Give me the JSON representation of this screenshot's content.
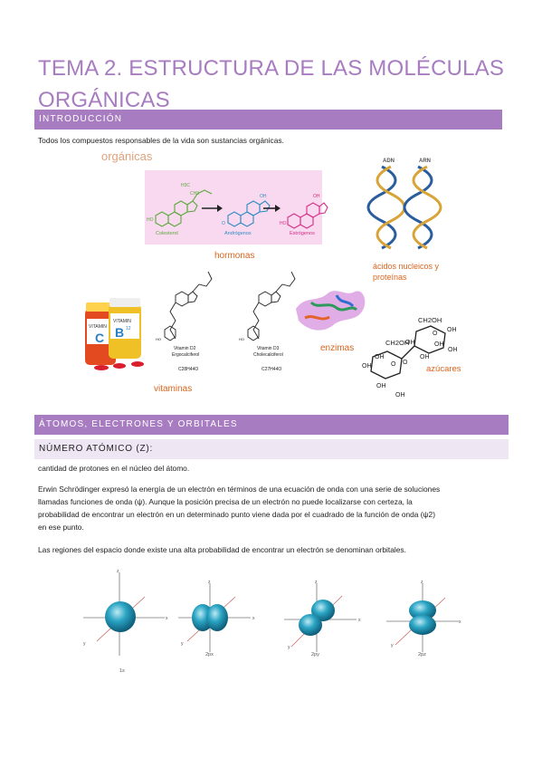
{
  "title": "TEMA 2. ESTRUCTURA DE LAS MOLÉCULAS ORGÁNICAS",
  "sections": {
    "intro": {
      "heading": "INTRODUCCIÓN",
      "text": "Todos los compuestos responsables de la vida son sustancias orgánicas."
    },
    "atoms": {
      "heading": "ÁTOMOS, ELECTRONES Y ORBITALES",
      "subheading": "NÚMERO ATÓMICO (Z):",
      "p1": "cantidad de protones en el núcleo del átomo.",
      "p2_lines": [
        "Erwin Schrödinger expresó la energía de un electrón en términos de una ecuación de onda con una serie de soluciones",
        "llamadas funciones de onda (ψ). Aunque la posición precisa de un electrón no puede localizarse con certeza, la",
        "probabilidad de encontrar un electrón en un determinado punto viene dada por el cuadrado de la función de onda (ψ2)",
        "en ese punto."
      ],
      "p3": "Las regiones del espacio donde existe una alta probabilidad de encontrar un electrón se denominan orbitales."
    }
  },
  "figure1": {
    "partial_label": "orgánicas",
    "hormones": {
      "molecules": [
        "Colesterol",
        "Andrógenos",
        "Estrógenos"
      ],
      "label": "hormonas"
    },
    "dna": {
      "labels": [
        "ADN",
        "ARN"
      ],
      "caption_lines": [
        "ácidos nucleicos y",
        "proteínas"
      ]
    },
    "vitamins": {
      "bottle_labels": [
        "VITAMIN",
        "C",
        "VITAMIN",
        "B",
        "12"
      ],
      "d2": [
        "Vitamin D2",
        "Ergocalciferol",
        "C28H44O"
      ],
      "d3": [
        "Vitamin D3",
        "Cholecalciferol",
        "C27H44O"
      ],
      "label": "vitaminas"
    },
    "enzymes_label": "enzimas",
    "sugars": {
      "groups": [
        "CH2OH",
        "OH",
        "CH2OH",
        "OH",
        "OH",
        "OH",
        "OH",
        "OH",
        "OH",
        "OH",
        "OH",
        "O",
        "O",
        "O"
      ],
      "label": "azúcares"
    }
  },
  "figure2": {
    "axes": {
      "z": "z",
      "x": "x",
      "y": "y"
    },
    "captions": [
      "1s",
      "2px",
      "2py",
      "2pz"
    ]
  },
  "colors": {
    "accent": "#a77cc0",
    "subband": "#efe6f4",
    "orbital": "#1d8fae",
    "orange_label": "#d9661f",
    "pink_box": "#f9d9ef"
  }
}
